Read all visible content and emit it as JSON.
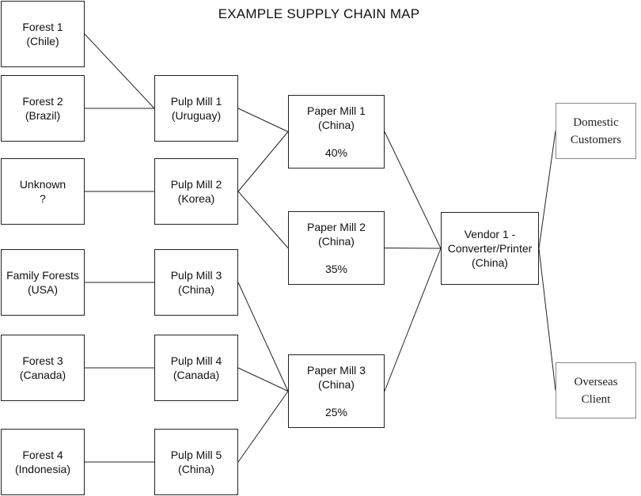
{
  "title": "EXAMPLE SUPPLY CHAIN MAP",
  "nodes": {
    "forest1": {
      "line1": "Forest 1",
      "line2": "(Chile)"
    },
    "forest2": {
      "line1": "Forest 2",
      "line2": "(Brazil)"
    },
    "unknown": {
      "line1": "Unknown",
      "line2": "?"
    },
    "family": {
      "line1": "Family Forests",
      "line2": "(USA)"
    },
    "forest3": {
      "line1": "Forest 3",
      "line2": "(Canada)"
    },
    "forest4": {
      "line1": "Forest 4",
      "line2": "(Indonesia)"
    },
    "pulp1": {
      "line1": "Pulp Mill 1",
      "line2": "(Uruguay)"
    },
    "pulp2": {
      "line1": "Pulp Mill 2",
      "line2": "(Korea)"
    },
    "pulp3": {
      "line1": "Pulp Mill 3",
      "line2": "(China)"
    },
    "pulp4": {
      "line1": "Pulp Mill 4",
      "line2": "(Canada)"
    },
    "pulp5": {
      "line1": "Pulp Mill 5",
      "line2": "(China)"
    },
    "paper1": {
      "line1": "Paper Mill 1",
      "line2": "(China)",
      "share": "40%"
    },
    "paper2": {
      "line1": "Paper Mill 2",
      "line2": "(China)",
      "share": "35%"
    },
    "paper3": {
      "line1": "Paper Mill 3",
      "line2": "(China)",
      "share": "25%"
    },
    "vendor": {
      "line1": "Vendor 1 -",
      "line2": "Converter/Printer",
      "line3": "(China)"
    },
    "domestic": {
      "line1": "Domestic",
      "line2": "Customers"
    },
    "overseas": {
      "line1": "Overseas",
      "line2": "Client"
    }
  },
  "edges": [
    [
      "forest1",
      "pulp1"
    ],
    [
      "forest2",
      "pulp1"
    ],
    [
      "unknown",
      "pulp2"
    ],
    [
      "family",
      "pulp3"
    ],
    [
      "forest3",
      "pulp4"
    ],
    [
      "forest4",
      "pulp5"
    ],
    [
      "pulp1",
      "paper1"
    ],
    [
      "pulp2",
      "paper1"
    ],
    [
      "pulp2",
      "paper2"
    ],
    [
      "pulp3",
      "paper3"
    ],
    [
      "pulp4",
      "paper3"
    ],
    [
      "pulp5",
      "paper3"
    ],
    [
      "paper1",
      "vendor"
    ],
    [
      "paper2",
      "vendor"
    ],
    [
      "paper3",
      "vendor"
    ],
    [
      "vendor",
      "domestic"
    ],
    [
      "vendor",
      "overseas"
    ]
  ]
}
